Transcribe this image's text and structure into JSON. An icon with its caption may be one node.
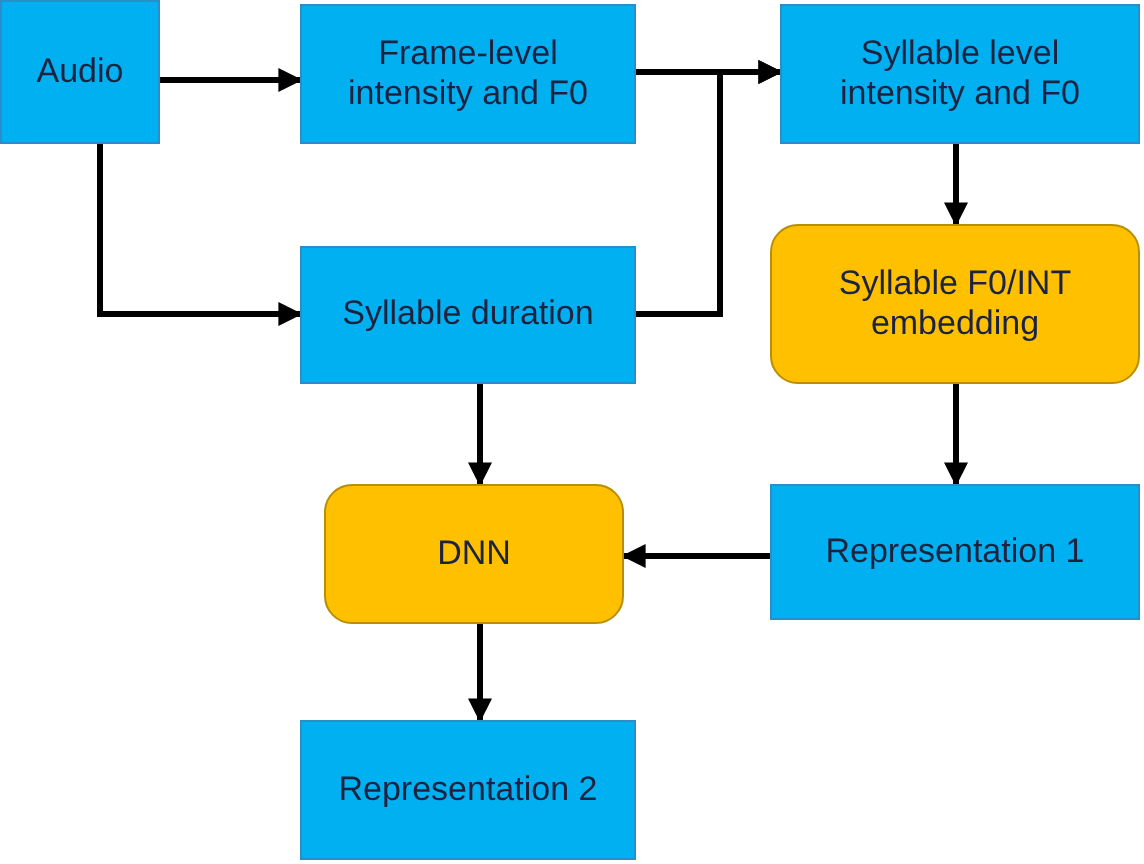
{
  "diagram": {
    "nodes": [
      {
        "text": [
          "Audio"
        ]
      },
      {
        "text": [
          "Frame-level intensity and F0"
        ]
      },
      {
        "text": [
          "Syllable level intensity and F0"
        ]
      },
      {
        "text": [
          "Syllable duration"
        ]
      },
      {
        "text": [
          "Syllable F0/INT embedding"
        ]
      },
      {
        "text": [
          "DNN"
        ]
      },
      {
        "text": [
          "Representation 1"
        ]
      },
      {
        "text": [
          "Representation 2"
        ]
      }
    ],
    "edges": [
      {
        "from": 0,
        "to": 1,
        "arrow": "to"
      },
      {
        "from": 0,
        "to": 3,
        "arrow": "to"
      },
      {
        "from": 1,
        "to": 2,
        "arrow": "to"
      },
      {
        "from": 3,
        "to": 2,
        "arrow": "to"
      },
      {
        "from": 2,
        "to": 4,
        "arrow": "to"
      },
      {
        "from": 4,
        "to": 6,
        "arrow": "to"
      },
      {
        "from": 6,
        "to": 5,
        "arrow": "to"
      },
      {
        "from": 3,
        "to": 5,
        "arrow": "to"
      },
      {
        "from": 5,
        "to": 7,
        "arrow": "to"
      }
    ]
  }
}
